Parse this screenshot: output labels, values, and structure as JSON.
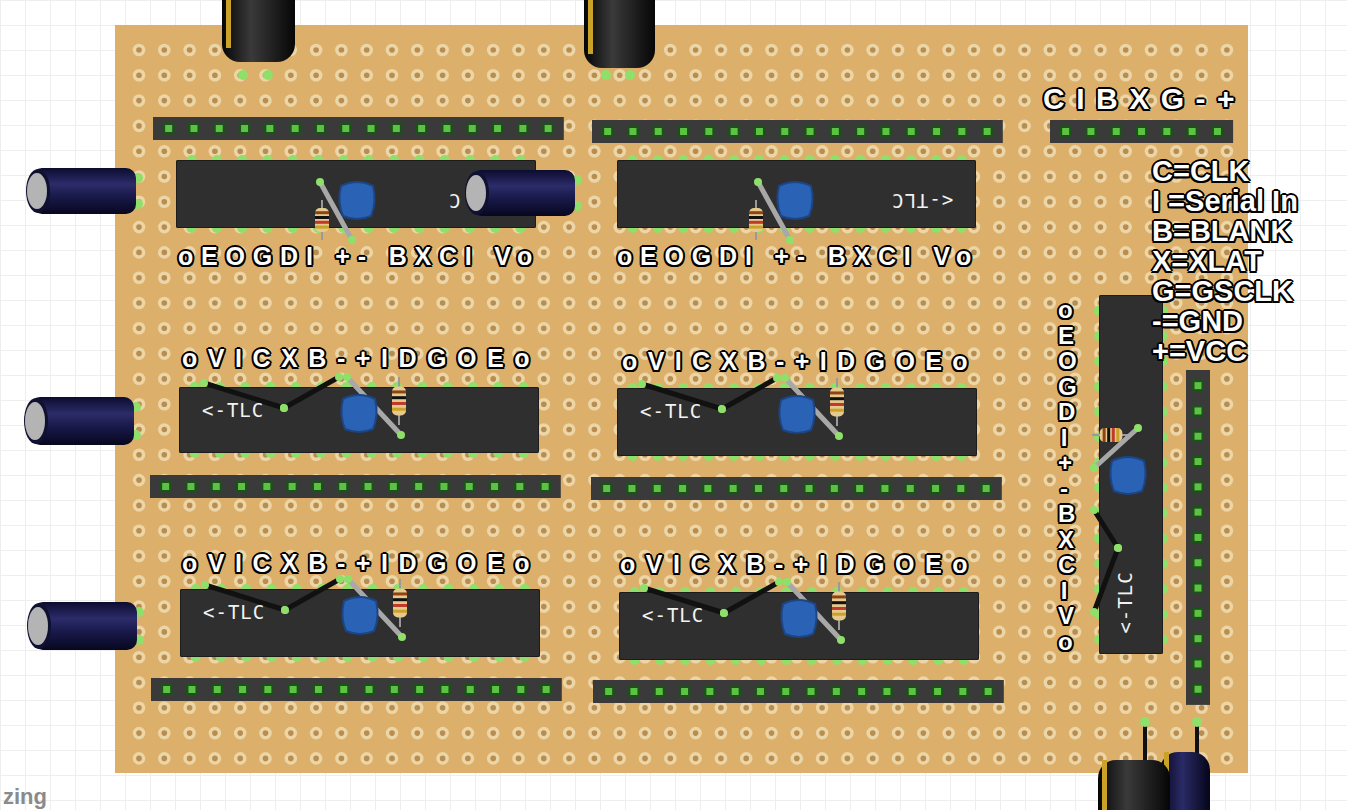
{
  "diagram": {
    "nodes": [
      {
        "text": [
          "C"
        ]
      },
      {
        "text": [
          "<-TLC"
        ]
      },
      {
        "text": [
          "<-TLC"
        ]
      },
      {
        "text": [
          "<-TLC"
        ]
      },
      {
        "text": [
          "<-TLC"
        ]
      },
      {
        "text": [
          "<-TLC"
        ]
      },
      {
        "text": [
          "<-TLC"
        ]
      }
    ],
    "labels": [
      "oEOGDI +- BXCI Vo",
      "oEOGDI +- BXCI Vo",
      "oVICXB-+IDGOEo",
      "oVICXB-+IDGOEo",
      "oVICXB-+IDGOEo",
      "oVICXB-+IDGOEo",
      "oEOGDI+-BXCIVo",
      "CIBXG-+",
      "C=CLK",
      "I =Serial In",
      "B=BLANK",
      "X=XLAT",
      "G=GSCLK",
      "-=GND",
      "+=VCC",
      "zing"
    ]
  }
}
